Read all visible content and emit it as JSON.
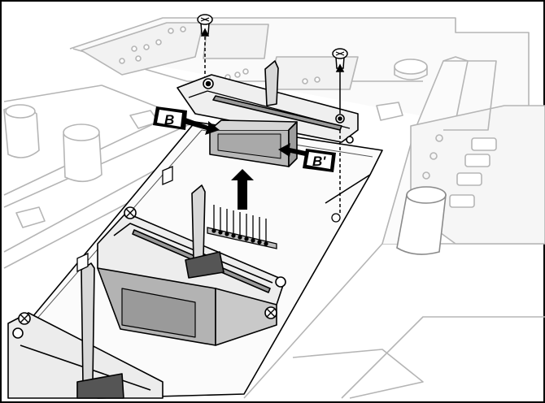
{
  "figure": {
    "callouts": [
      {
        "id": "B",
        "label": "B"
      },
      {
        "id": "B-prime",
        "label": "B'"
      }
    ],
    "steps": [
      {
        "name": "remove-screws",
        "screws": 2
      },
      {
        "name": "lift-fader-assembly",
        "direction": "up"
      }
    ],
    "colors": {
      "line": "#000000",
      "panel_fill": "#f4f4f4",
      "faded_line": "#b5b5b5",
      "part_fill": "#c8c8c8",
      "dark_fill": "#8c8c8c",
      "callout_bg": "#ffffff"
    }
  }
}
